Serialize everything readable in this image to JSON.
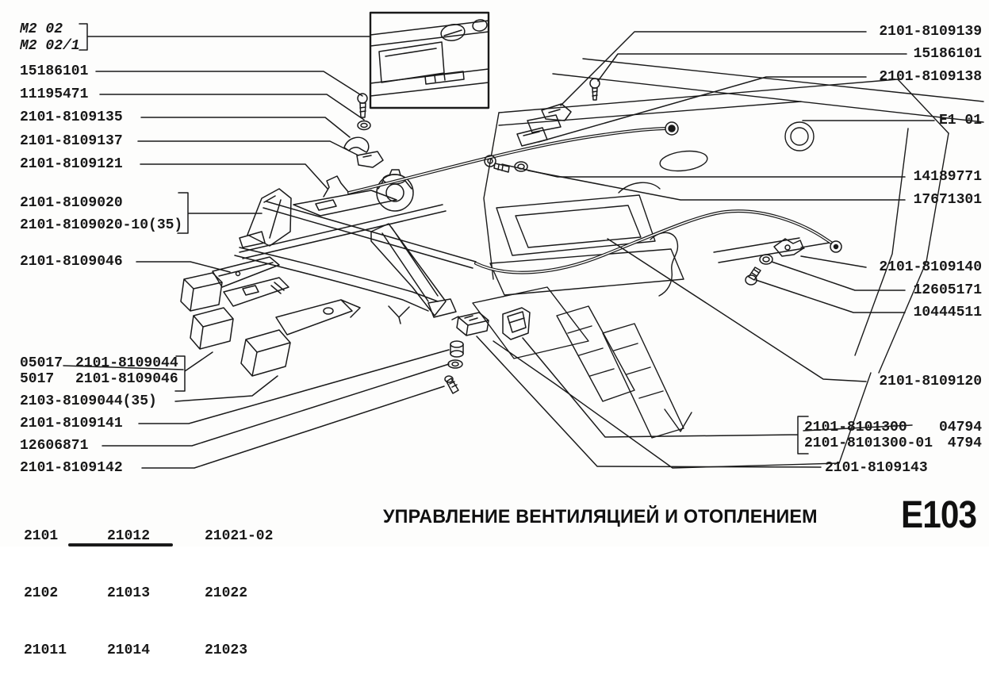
{
  "page": {
    "caption": "УПРАВЛЕНИЕ ВЕНТИЛЯЦИЕЙ И ОТОПЛЕНИЕМ",
    "sheet_code": "E103"
  },
  "inset_ref": {
    "line1": "M2 02",
    "line2": "M2 02/1"
  },
  "callouts_left": [
    {
      "text": "15186101"
    },
    {
      "text": "11195471"
    },
    {
      "text": "2101-8109135"
    },
    {
      "text": "2101-8109137"
    },
    {
      "text": "2101-8109121"
    },
    {
      "text": "2101-8109020"
    },
    {
      "text": "2101-8109020-10(35)"
    },
    {
      "text": "2101-8109046"
    },
    {
      "prefix": "05017",
      "text": "2101-8109044",
      "struck": true
    },
    {
      "prefix": "5017",
      "text": "2101-8109046",
      "struck": false
    },
    {
      "text": "2103-8109044(35)"
    },
    {
      "text": "2101-8109141"
    },
    {
      "text": "12606871"
    },
    {
      "text": "2101-8109142"
    }
  ],
  "callouts_right": [
    {
      "text": "2101-8109139"
    },
    {
      "text": "15186101"
    },
    {
      "text": "2101-8109138"
    },
    {
      "text": "E1 01"
    },
    {
      "text": "14189771"
    },
    {
      "text": "17671301"
    },
    {
      "text": "2101-8109140"
    },
    {
      "text": "12605171"
    },
    {
      "text": "10444511"
    },
    {
      "text": "2101-8109120"
    },
    {
      "text": "2101-8101300",
      "suffix": "04794",
      "struck": true
    },
    {
      "text": "2101-8101300-01",
      "suffix": "4794",
      "struck": false
    },
    {
      "text": "2101-8109143"
    }
  ],
  "model_table": {
    "col1": [
      "2101",
      "2102",
      "21011"
    ],
    "col2": [
      "21012",
      "21013",
      "21014"
    ],
    "col3": [
      "21021-02",
      "21022",
      "21023"
    ]
  },
  "colors": {
    "ink": "#1a1a1a",
    "paper": "#fdfdfc"
  }
}
